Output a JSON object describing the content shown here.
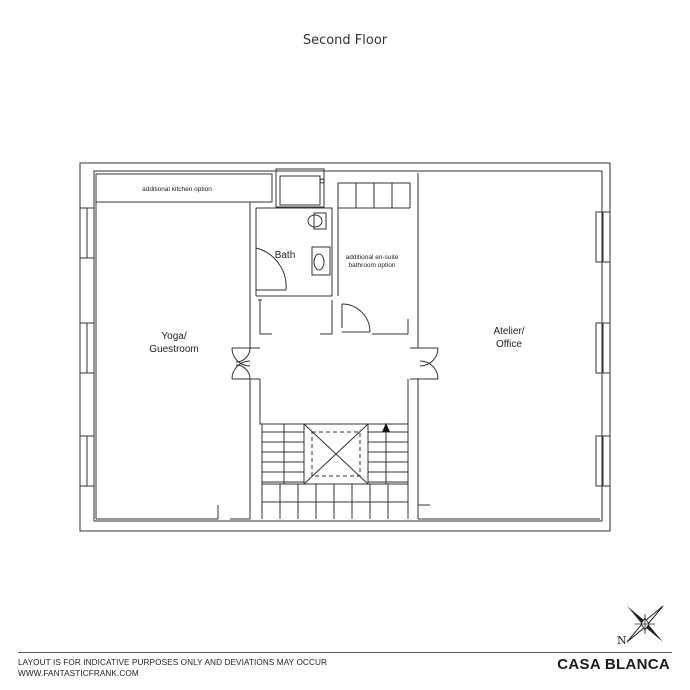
{
  "plan": {
    "title": "Second Floor",
    "rooms": {
      "yoga_line1": "Yoga/",
      "yoga_line2": "Guestroom",
      "atelier_line1": "Atelier/",
      "atelier_line2": "Office",
      "bath": "Bath",
      "kitchen_option": "additional kitchen option",
      "ensuite_line1": "additional en-suite",
      "ensuite_line2": "bathroom option"
    },
    "compass_label": "N"
  },
  "footer": {
    "disclaimer": "LAYOUT IS FOR INDICATIVE PURPOSES ONLY AND DEVIATIONS MAY OCCUR",
    "website": "WWW.FANTASTICFRANK.COM",
    "brand": "CASA BLANCA"
  },
  "colors": {
    "line": "#333333",
    "background": "#ffffff"
  },
  "icons": [
    "compass-star-icon",
    "stair-arrow-icon"
  ]
}
